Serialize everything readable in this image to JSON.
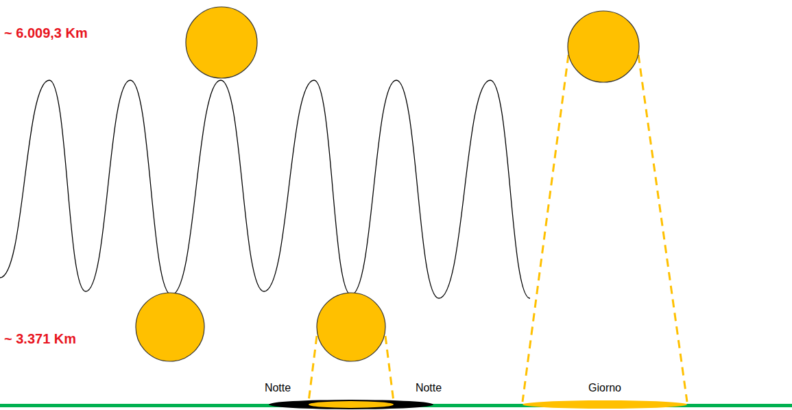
{
  "diagram": {
    "labels": [
      "~ 6.009,3 Km",
      "~ 3.371 Km",
      "Notte",
      "Notte",
      "Giorno"
    ]
  }
}
